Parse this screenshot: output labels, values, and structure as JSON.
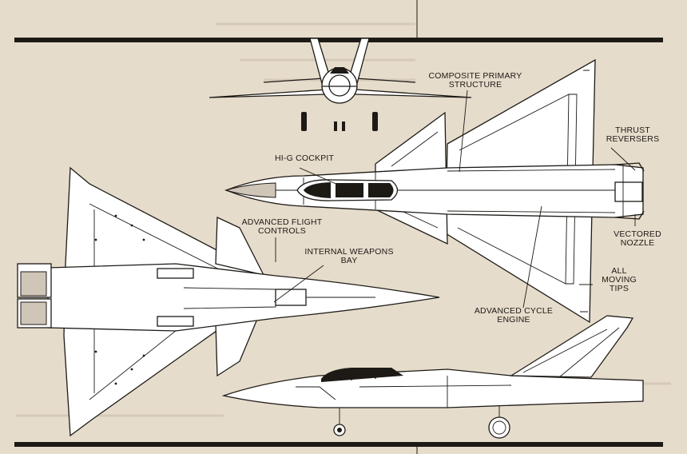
{
  "labels": {
    "composite_primary_structure": [
      "COMPOSITE PRIMARY",
      "STRUCTURE"
    ],
    "hig_cockpit": "HI-G COCKPIT",
    "thrust_reversers": [
      "THRUST",
      "REVERSERS"
    ],
    "advanced_flight_controls": [
      "ADVANCED FLIGHT",
      "CONTROLS"
    ],
    "internal_weapons_bay": [
      "INTERNAL WEAPONS",
      "BAY"
    ],
    "vectored_nozzle": [
      "VECTORED",
      "NOZZLE"
    ],
    "all_moving_tips": [
      "ALL",
      "MOVING",
      "TIPS"
    ],
    "advanced_cycle_engine": [
      "ADVANCED CYCLE",
      "ENGINE"
    ]
  },
  "colors": {
    "paper": "#e6dccb",
    "ink": "#1d1a16",
    "airframe": "#ffffff"
  }
}
